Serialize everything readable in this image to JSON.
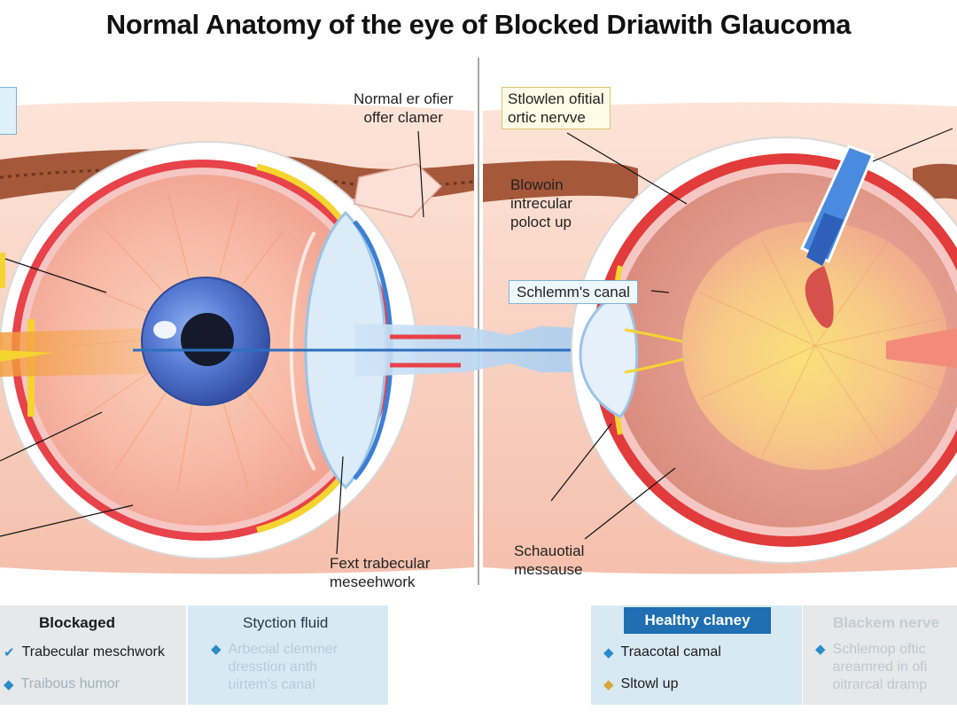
{
  "title": "Normal Anatomy of the eye of Blocked Driawith Glaucoma",
  "labels": {
    "normal_offer": [
      "Normal er ofier",
      "offer clamer"
    ],
    "swollen": [
      "Stlowlen ofitial",
      "ortic nervve"
    ],
    "blowoin": [
      "Blowoin",
      "intrecular",
      "poloct up"
    ],
    "schlemm": "Schlemm's canal",
    "trabecular": [
      "Fext trabecular",
      "meseehwork"
    ],
    "schauocial": [
      "Schauotial",
      "messause"
    ]
  },
  "bottom_left": {
    "col1_title": "Blockaged",
    "col1_items": [
      "Trabecular meschwork",
      "Traibous humor"
    ],
    "col2_title": "Styction fluid",
    "col2_items": [
      "Arbecial clemmer",
      "dresstion anth",
      "uirtem's canal"
    ]
  },
  "bottom_right": {
    "col1_title": "Healthy claney",
    "col1_items": [
      "Traacotal camal",
      "Sltowl up"
    ],
    "col2_title": "Blackem nerve",
    "col2_items": [
      "Schlemop oftic",
      "areamred in ofi",
      "oitrarcal dramp"
    ]
  },
  "colors": {
    "sclera_red": "#e23b3b",
    "iris_blue": "#4a6fc9",
    "nerve_blue": "#3b7fd4",
    "accent_yellow": "#f5d42f",
    "panel_blue": "#d8e9f4",
    "panel_gray": "#e6e8ea",
    "header_blue": "#1f6fb2"
  }
}
